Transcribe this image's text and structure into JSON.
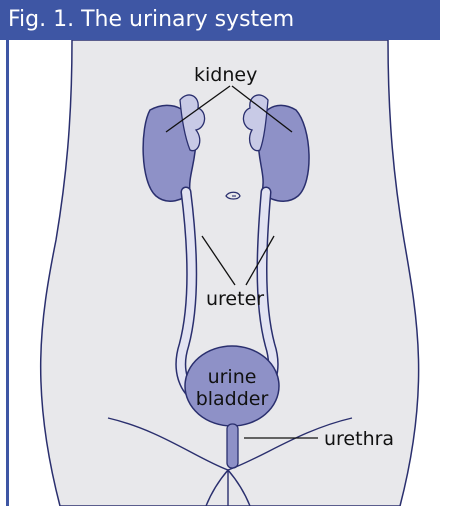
{
  "figure": {
    "title": "Fig. 1. The urinary system",
    "labels": {
      "kidney": "kidney",
      "ureter": "ureter",
      "urine_bladder_line1": "urine",
      "urine_bladder_line2": "bladder",
      "urethra": "urethra"
    }
  },
  "colors": {
    "title_bar": "#3e56a4",
    "body": "#e8e8eb",
    "organ": "#8e91c7",
    "organ_dark": "#6f73b0",
    "ureter": "#e2e3f2",
    "outline": "#2a2f6e",
    "left_rule": "#3e56a4"
  }
}
